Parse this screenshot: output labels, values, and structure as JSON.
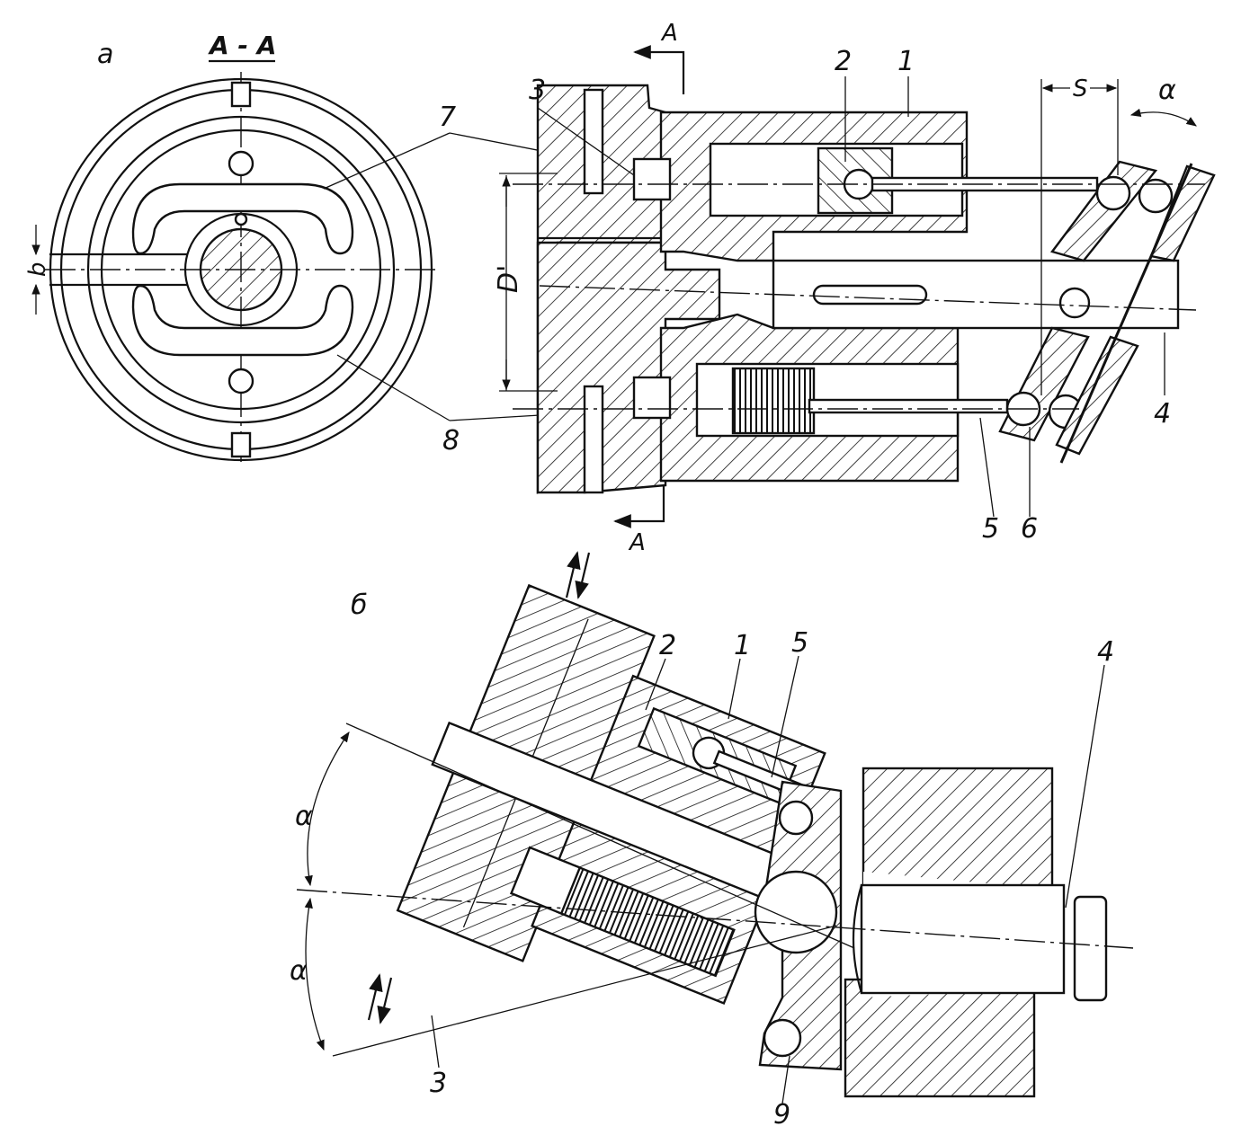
{
  "view_a": {
    "label": "а",
    "section_title": "А - А",
    "dim_b": "b",
    "callouts": {
      "kidney_upper": "7",
      "kidney_lower": "8"
    }
  },
  "main_view": {
    "section_mark_top": "А",
    "section_mark_bottom": "А",
    "dim_D": "D'",
    "dim_S": "S",
    "angle": "α",
    "callouts": {
      "distributor": "3",
      "plunger": "2",
      "cylinder_block": "1",
      "shaft": "4",
      "rod": "5",
      "swash_plate": "6"
    }
  },
  "view_b": {
    "label": "б",
    "angle_upper": "α",
    "angle_lower": "α",
    "callouts": {
      "plunger": "2",
      "cylinder_block": "1",
      "rod": "5",
      "shaft": "4",
      "distributor": "3",
      "disk": "9"
    }
  }
}
